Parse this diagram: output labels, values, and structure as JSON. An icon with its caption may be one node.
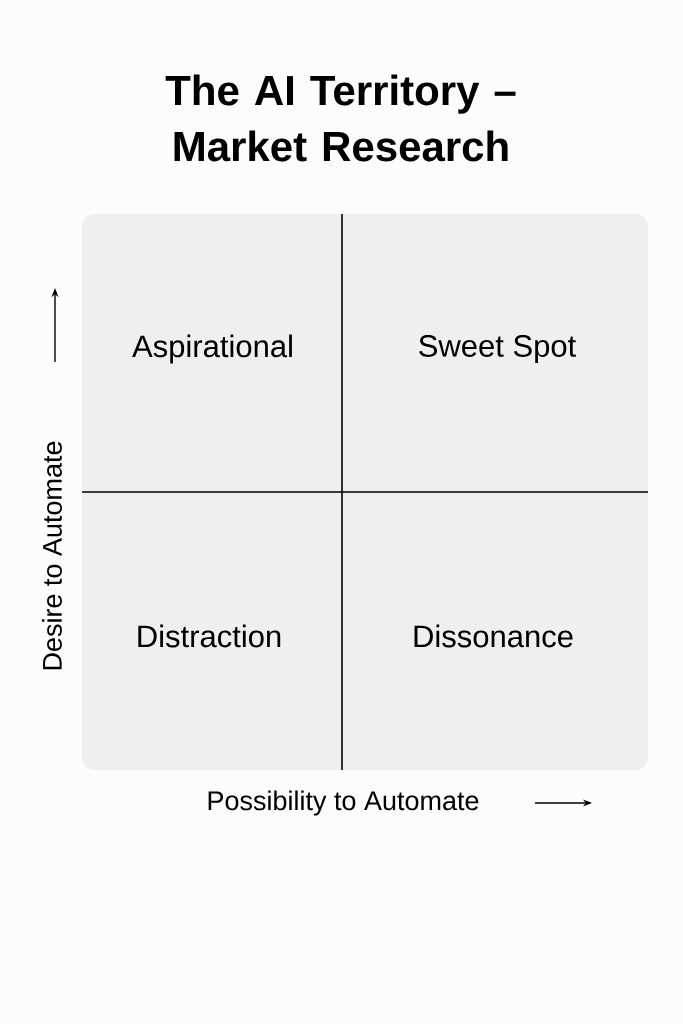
{
  "diagram": {
    "title": "The AI Territory – Market Research",
    "nodes": [
      {
        "text": [
          "Aspirational"
        ]
      },
      {
        "text": [
          "Sweet Spot"
        ]
      },
      {
        "text": [
          "Distraction"
        ]
      },
      {
        "text": [
          "Dissonance"
        ]
      }
    ],
    "labels": [
      "Desire to Automate",
      "Possibility to Automate"
    ]
  }
}
